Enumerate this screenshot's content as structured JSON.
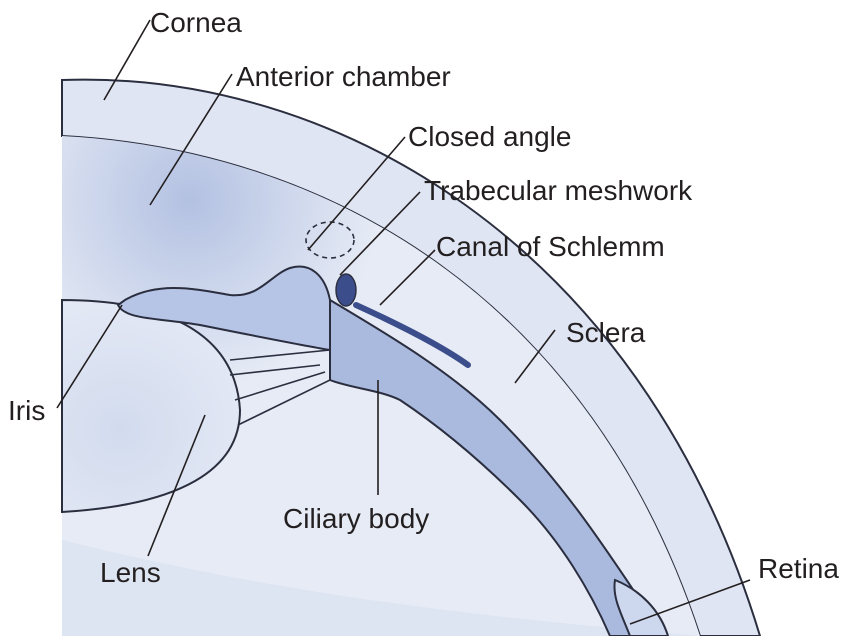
{
  "labels": {
    "cornea": "Cornea",
    "anterior_chamber": "Anterior chamber",
    "closed_angle": "Closed angle",
    "trabecular_meshwork": "Trabecular meshwork",
    "canal_of_schlemm": "Canal of Schlemm",
    "sclera": "Sclera",
    "iris": "Iris",
    "lens": "Lens",
    "ciliary_body": "Ciliary body",
    "retina": "Retina"
  },
  "colors": {
    "fill_light": "#dfe5f2",
    "fill_mid": "#b9c6e4",
    "fill_tissue": "#9fb2dc",
    "outline": "#2b2e3f",
    "canal": "#3b4d8a",
    "label": "#231f20"
  }
}
